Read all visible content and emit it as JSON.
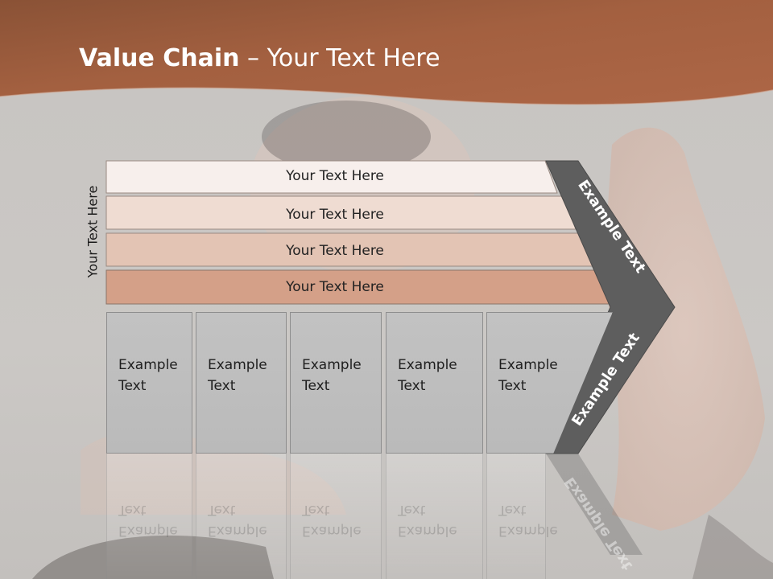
{
  "title": {
    "bold": "Value Chain",
    "rest": " – Your Text Here"
  },
  "side_label": "Your Text Here",
  "rows": [
    {
      "label": "Your Text Here",
      "color": "#f7efec"
    },
    {
      "label": "Your Text Here",
      "color": "#efdcd2"
    },
    {
      "label": "Your Text Here",
      "color": "#e3c4b4"
    },
    {
      "label": "Your Text Here",
      "color": "#d4a088"
    }
  ],
  "boxes": [
    {
      "line1": "Example",
      "line2": "Text"
    },
    {
      "line1": "Example",
      "line2": "Text"
    },
    {
      "line1": "Example",
      "line2": "Text"
    },
    {
      "line1": "Example",
      "line2": "Text"
    },
    {
      "line1": "Example",
      "line2": "Text"
    }
  ],
  "chevron_upper": "Example Text",
  "chevron_lower": "Example Text",
  "colors": {
    "header": "#a86443",
    "chevron": "#5e5e5e",
    "box": "#bdbdbd",
    "background": "#c8c5c2"
  }
}
